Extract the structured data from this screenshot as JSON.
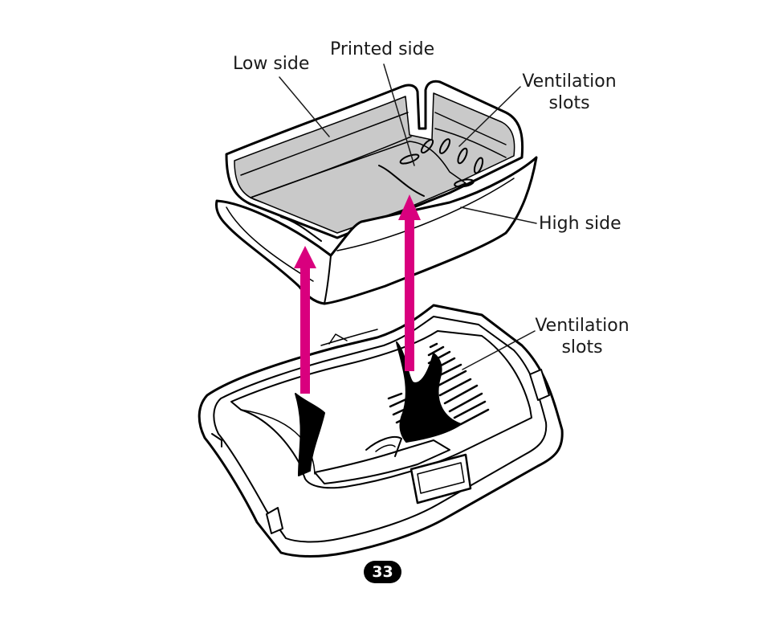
{
  "labels": {
    "low_side": "Low side",
    "printed_side": "Printed side",
    "ventilation_top_line1": "Ventilation",
    "ventilation_top_line2": "slots",
    "high_side": "High side",
    "ventilation_bottom_line1": "Ventilation",
    "ventilation_bottom_line2": "slots"
  },
  "page_number": "33",
  "colors": {
    "arrow": "#d9007e",
    "liner_fill": "#c9c9c9",
    "outline": "#000000",
    "badge": "#000000"
  }
}
